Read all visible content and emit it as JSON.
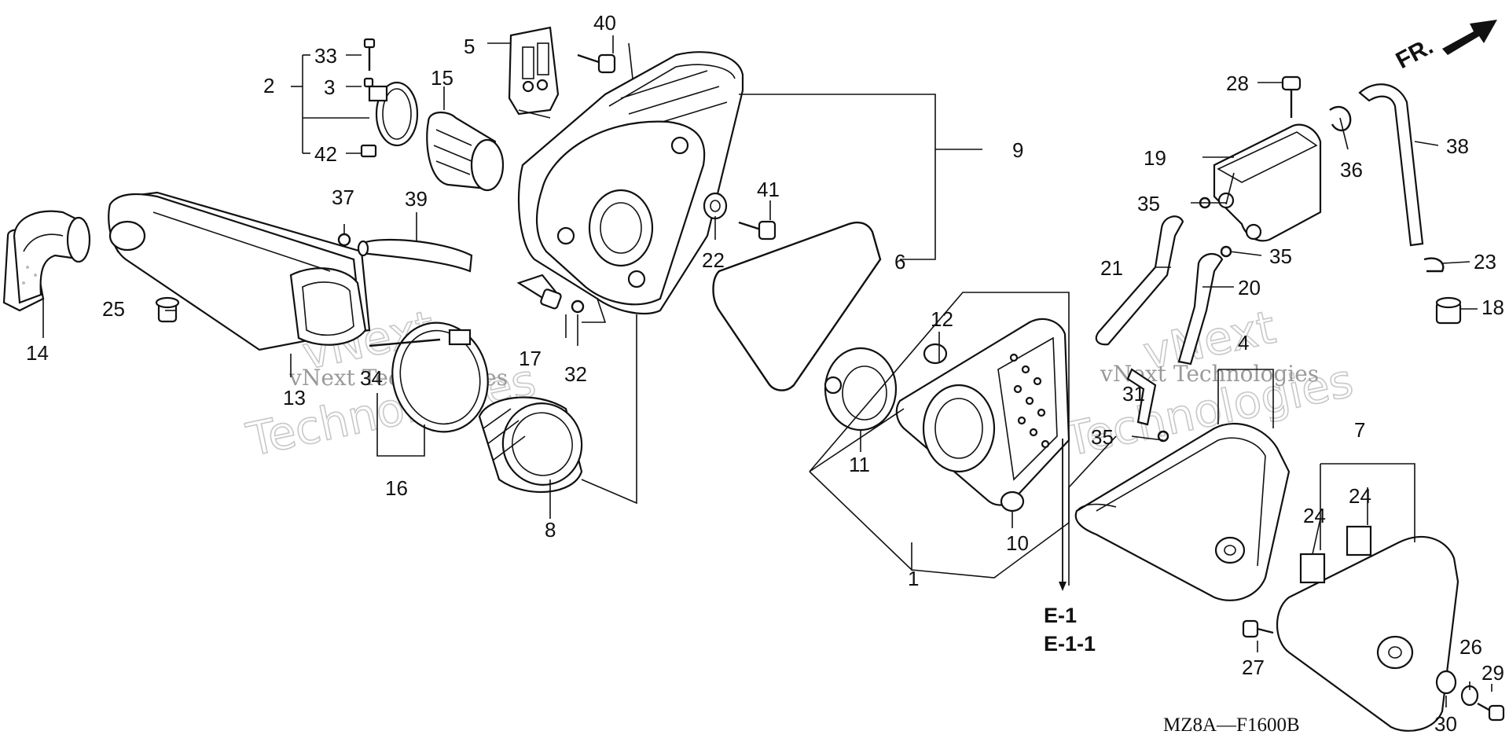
{
  "diagram_code": "MZ8A—F1600B",
  "direction_label": "FR.",
  "reference_labels": [
    "E-1",
    "E-1-1"
  ],
  "watermarks": [
    "vNext",
    "Technologies",
    "vNext Technologies"
  ],
  "part_numbers": {
    "p1": "1",
    "p2": "2",
    "p3": "3",
    "p4": "4",
    "p5": "5",
    "p6": "6",
    "p7": "7",
    "p8": "8",
    "p9": "9",
    "p10": "10",
    "p11": "11",
    "p12": "12",
    "p13": "13",
    "p14": "14",
    "p15": "15",
    "p16": "16",
    "p17": "17",
    "p18": "18",
    "p19": "19",
    "p20": "20",
    "p21": "21",
    "p22": "22",
    "p23": "23",
    "p24a": "24",
    "p24b": "24",
    "p25": "25",
    "p26": "26",
    "p27": "27",
    "p28": "28",
    "p29": "29",
    "p30": "30",
    "p31": "31",
    "p32": "32",
    "p33": "33",
    "p34": "34",
    "p35a": "35",
    "p35b": "35",
    "p35c": "35",
    "p36": "36",
    "p37": "37",
    "p38": "38",
    "p39": "39",
    "p40": "40",
    "p41": "41",
    "p42": "42"
  }
}
